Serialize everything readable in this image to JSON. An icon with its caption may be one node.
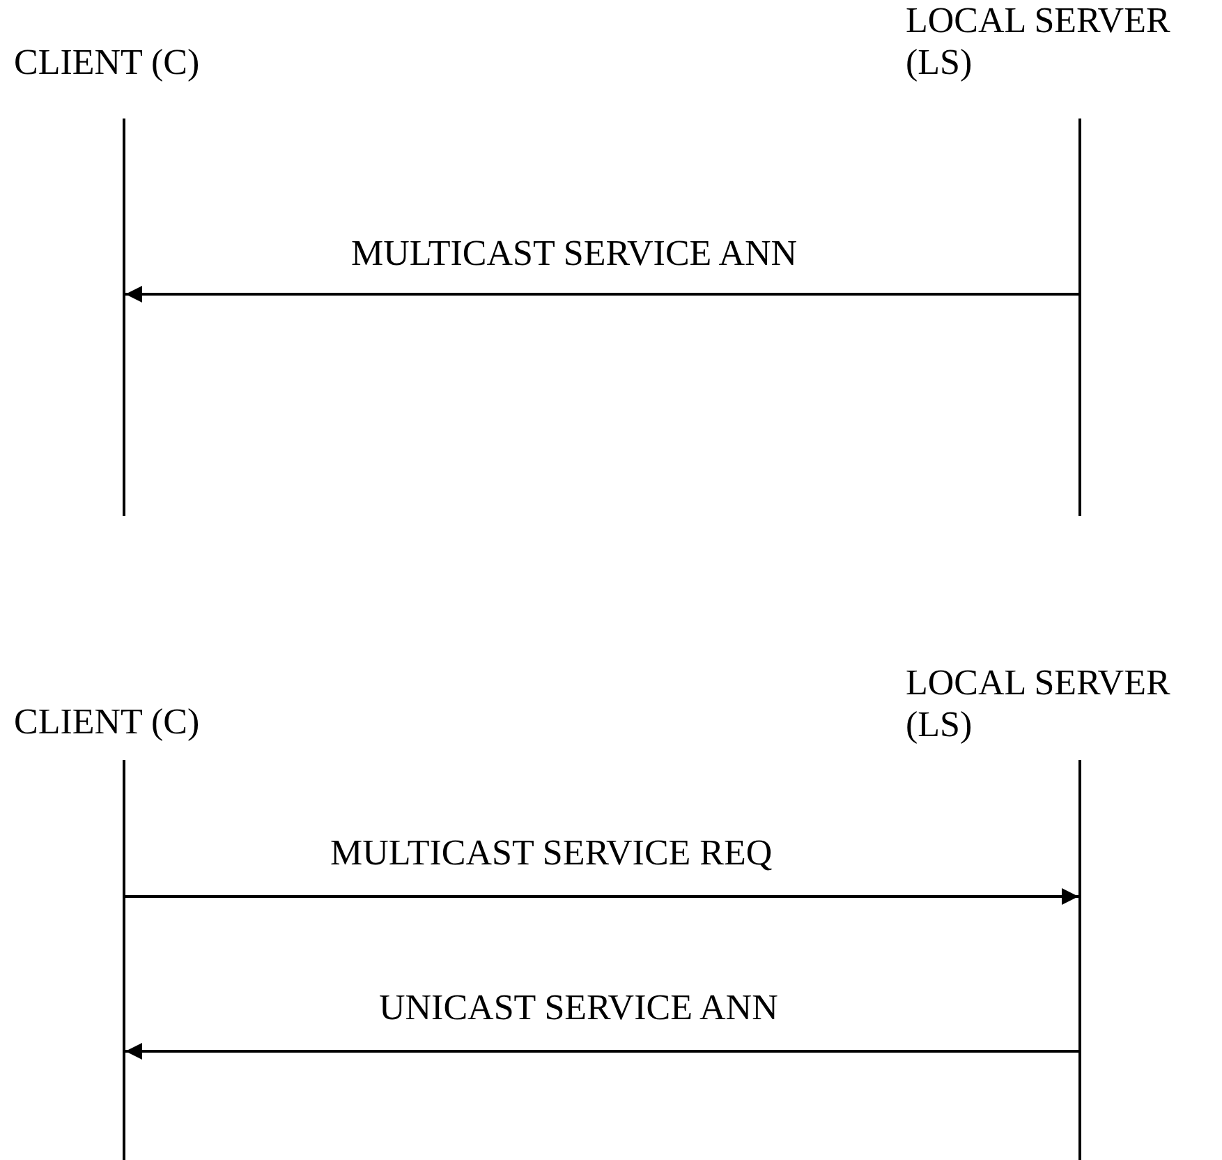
{
  "diagram": {
    "nodes": [
      {
        "text": [
          "CLIENT (C)"
        ]
      },
      {
        "text": [
          "LOCAL SERVER (LS)"
        ]
      },
      {
        "text": [
          "CLIENT (C)"
        ]
      },
      {
        "text": [
          "LOCAL SERVER (LS)"
        ]
      },
      {
        "text": [],
        "shape": "bar"
      },
      {
        "text": [],
        "shape": "bar"
      },
      {
        "text": [],
        "shape": "bar"
      },
      {
        "text": [],
        "shape": "bar"
      }
    ],
    "edges": [
      {
        "from": 5,
        "to": 4,
        "arrow": "to",
        "label": "MULTICAST SERVICE ANN"
      },
      {
        "from": 6,
        "to": 7,
        "arrow": "to",
        "label": "MULTICAST SERVICE REQ"
      },
      {
        "from": 7,
        "to": 6,
        "arrow": "to",
        "label": "UNICAST SERVICE ANN"
      }
    ]
  }
}
